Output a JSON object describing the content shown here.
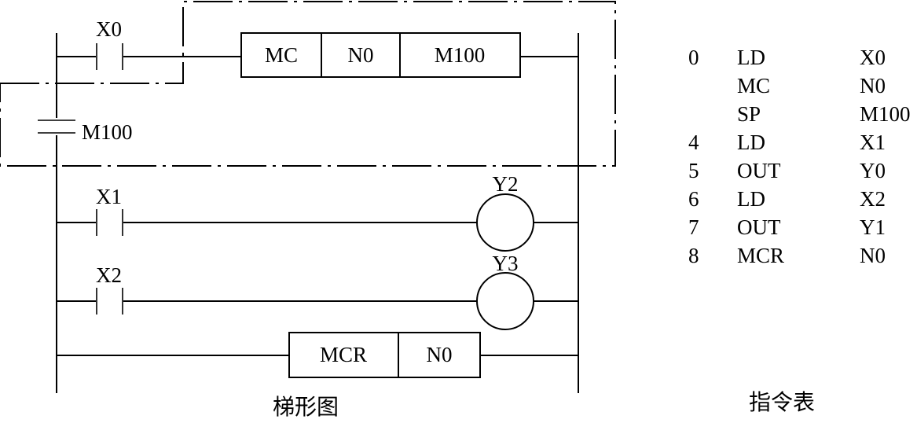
{
  "ladder": {
    "contact_x0": "X0",
    "contact_m100": "M100",
    "contact_x1": "X1",
    "contact_x2": "X2",
    "coil_y2": "Y2",
    "coil_y3": "Y3",
    "mc_block": [
      "MC",
      "N0",
      "M100"
    ],
    "mcr_block": [
      "MCR",
      "N0"
    ],
    "caption": "梯形图"
  },
  "instruction_table": {
    "rows": [
      {
        "step": "0",
        "op": "LD",
        "operand": "X0"
      },
      {
        "step": "",
        "op": "MC",
        "operand": "N0"
      },
      {
        "step": "",
        "op": "SP",
        "operand": "M100"
      },
      {
        "step": "4",
        "op": "LD",
        "operand": "X1"
      },
      {
        "step": "5",
        "op": "OUT",
        "operand": "Y0"
      },
      {
        "step": "6",
        "op": "LD",
        "operand": "X2"
      },
      {
        "step": "7",
        "op": "OUT",
        "operand": "Y1"
      },
      {
        "step": "8",
        "op": "MCR",
        "operand": "N0"
      }
    ],
    "caption": "指令表"
  }
}
